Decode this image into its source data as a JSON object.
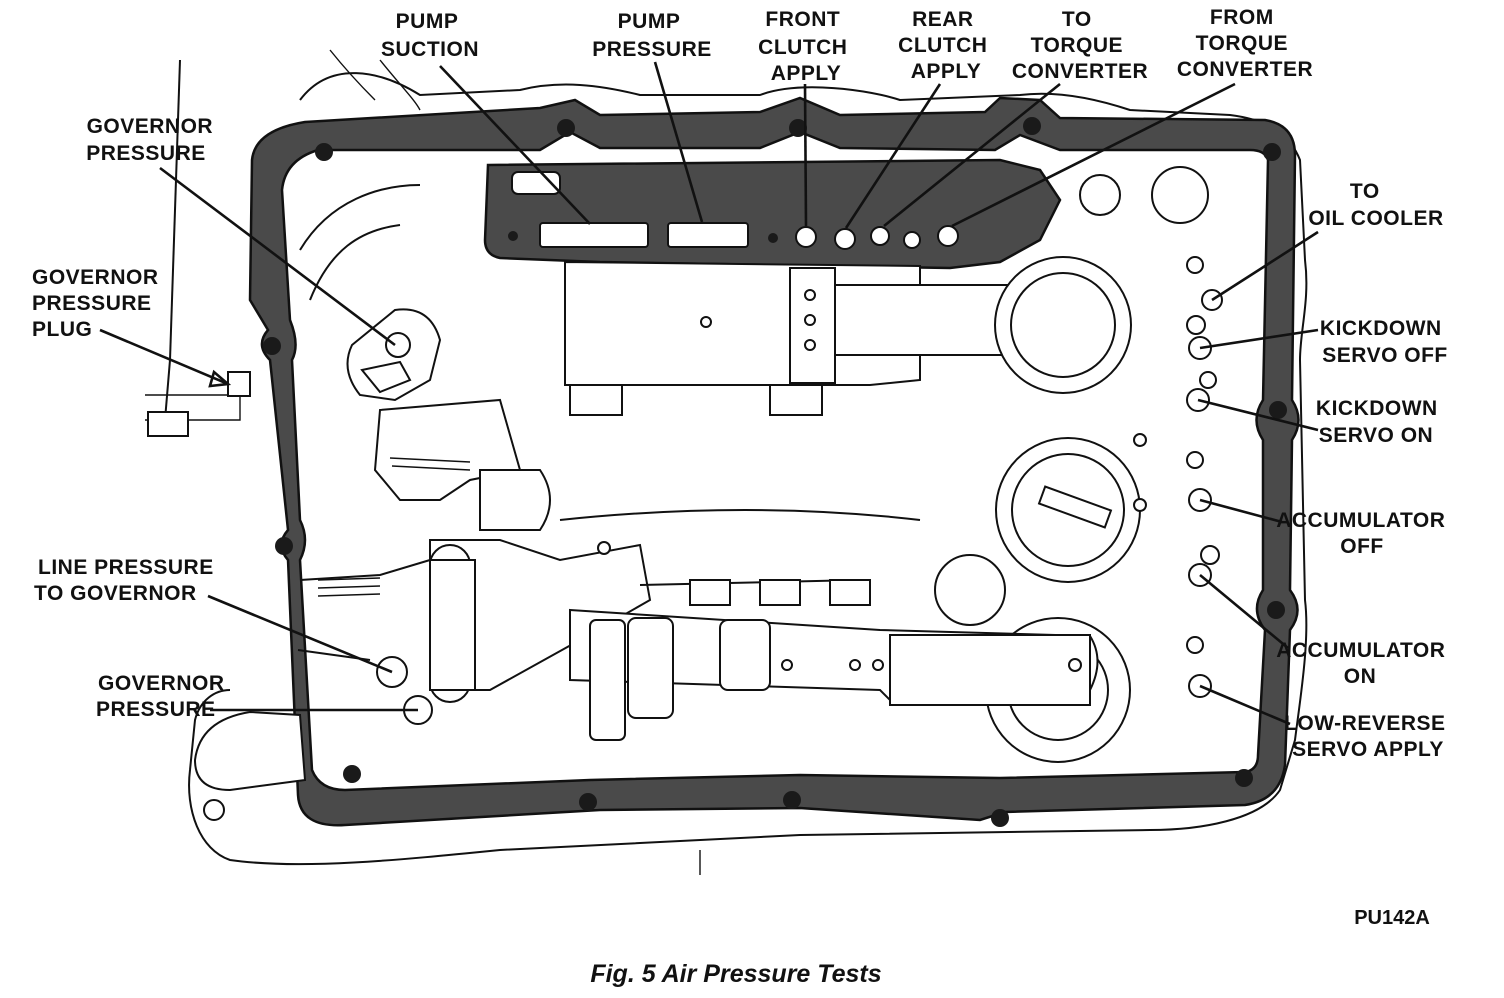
{
  "figure": {
    "caption": "Fig. 5 Air Pressure Tests",
    "code": "PU142A"
  },
  "labels": {
    "pump_suction": [
      "PUMP",
      "SUCTION"
    ],
    "pump_pressure": [
      "PUMP",
      "PRESSURE"
    ],
    "front_clutch": [
      "FRONT",
      "CLUTCH",
      "APPLY"
    ],
    "rear_clutch": [
      "REAR",
      "CLUTCH",
      "APPLY"
    ],
    "to_torque": [
      "TO",
      "TORQUE",
      "CONVERTER"
    ],
    "from_torque": [
      "FROM",
      "TORQUE",
      "CONVERTER"
    ],
    "governor_pressure_top": [
      "GOVERNOR",
      "PRESSURE"
    ],
    "governor_plug": [
      "GOVERNOR",
      "PRESSURE",
      "PLUG"
    ],
    "line_pressure": [
      "LINE  PRESSURE",
      "TO GOVERNOR"
    ],
    "governor_pressure_bottom": [
      "GOVERNOR",
      "PRESSURE"
    ],
    "oil_cooler": [
      "TO",
      "OIL COOLER"
    ],
    "kickdown_off": [
      "KICKDOWN",
      "SERVO OFF"
    ],
    "kickdown_on": [
      "KICKDOWN",
      "SERVO ON"
    ],
    "accumulator_off": [
      "ACCUMULATOR",
      "OFF"
    ],
    "accumulator_on": [
      "ACCUMULATOR",
      "ON"
    ],
    "low_reverse": [
      "LOW-REVERSE",
      "SERVO  APPLY"
    ]
  }
}
